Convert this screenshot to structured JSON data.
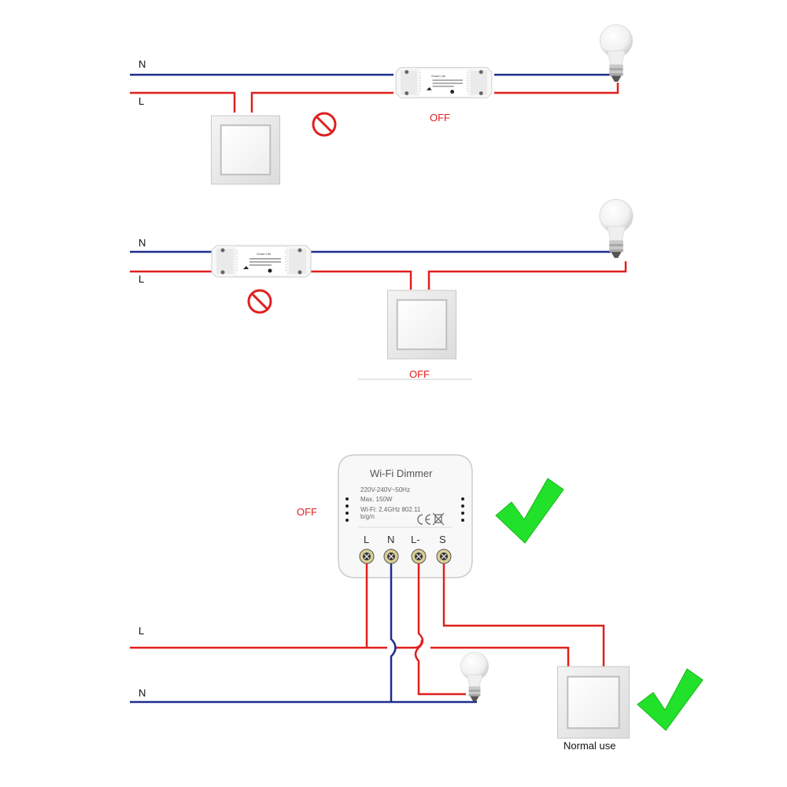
{
  "colors": {
    "neutral": "#1e2f8f",
    "live": "#e0201f",
    "check": "#22e12a"
  },
  "diagram_top": {
    "neutral_label": "N",
    "live_label": "L",
    "module_name": "Smart Life",
    "status": "OFF"
  },
  "diagram_middle": {
    "neutral_label": "N",
    "live_label": "L",
    "module_name": "Smart Life",
    "status": "OFF"
  },
  "diagram_bottom": {
    "dimmer": {
      "title": "Wi-Fi Dimmer",
      "spec_voltage": "220V-240V~50Hz",
      "spec_max": "Max. 150W",
      "spec_wifi_1": "Wi-Fi: 2.4GHz 802.11",
      "spec_wifi_2": "b/g/n",
      "terminals": [
        "L",
        "N",
        "L-",
        "S"
      ]
    },
    "status": "OFF",
    "live_label": "L",
    "neutral_label": "N",
    "caption": "Normal use"
  }
}
